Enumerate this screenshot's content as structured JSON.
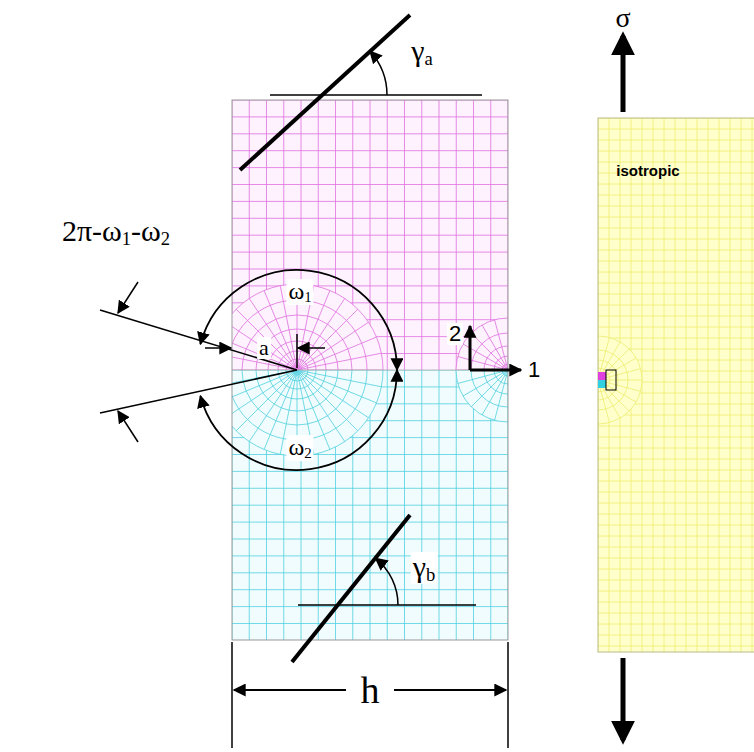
{
  "diagram": {
    "labels": [
      "σ",
      "γa",
      "isotropic",
      "ω1",
      "2π-ω1-ω2",
      "2",
      "1",
      "a",
      "ω2",
      "γb",
      "h"
    ]
  }
}
